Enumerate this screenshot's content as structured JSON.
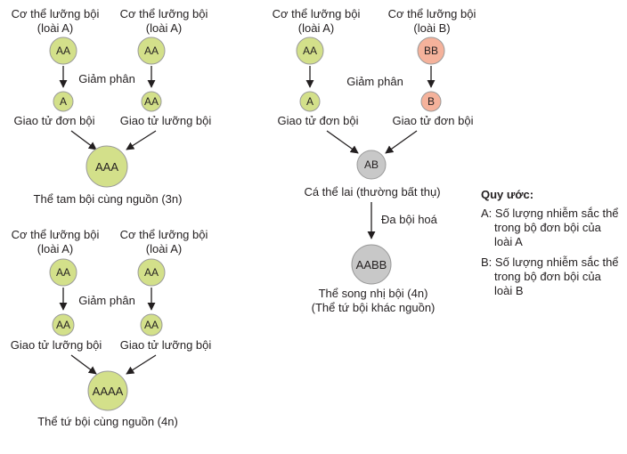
{
  "colors": {
    "species_a": "#d3e08a",
    "species_b": "#f5b29b",
    "hybrid": "#c8c8c8",
    "stroke": "#9a9a9a",
    "text": "#231f20"
  },
  "panel1": {
    "parent_left_line1": "Cơ thể lưỡng bội",
    "parent_left_line2": "(loài A)",
    "parent_right_line1": "Cơ thể lưỡng bội",
    "parent_right_line2": "(loài A)",
    "node_parent_left": "AA",
    "node_parent_right": "AA",
    "process": "Giảm phân",
    "node_gamete_left": "A",
    "node_gamete_right": "AA",
    "gamete_left_label": "Giao tử đơn bội",
    "gamete_right_label": "Giao tử lưỡng bội",
    "node_result": "AAA",
    "result_label": "Thể tam bội cùng nguồn (3n)"
  },
  "panel2": {
    "parent_left_line1": "Cơ thể lưỡng bội",
    "parent_left_line2": "(loài A)",
    "parent_right_line1": "Cơ thể lưỡng bội",
    "parent_right_line2": "(loài A)",
    "node_parent_left": "AA",
    "node_parent_right": "AA",
    "process": "Giảm phân",
    "node_gamete_left": "AA",
    "node_gamete_right": "AA",
    "gamete_left_label": "Giao tử lưỡng bội",
    "gamete_right_label": "Giao tử lưỡng bội",
    "node_result": "AAAA",
    "result_label": "Thể tứ bội cùng nguồn (4n)"
  },
  "panel3": {
    "parent_left_line1": "Cơ thể lưỡng bội",
    "parent_left_line2": "(loài A)",
    "parent_right_line1": "Cơ thể lưỡng bội",
    "parent_right_line2": "(loài B)",
    "node_parent_left": "AA",
    "node_parent_right": "BB",
    "process": "Giảm phân",
    "node_gamete_left": "A",
    "node_gamete_right": "B",
    "gamete_left_label": "Giao tử đơn bội",
    "gamete_right_label": "Giao tử đơn bội",
    "node_hybrid": "AB",
    "hybrid_label": "Cá thể lai (thường bất thụ)",
    "process2": "Đa bội hoá",
    "node_result": "AABB",
    "result_line1": "Thể song nhị bội (4n)",
    "result_line2": "(Thể tứ bội khác nguồn)"
  },
  "legend": {
    "title": "Quy ước:",
    "a_line1": "A: Số lượng nhiễm sắc thể",
    "a_line2": "trong bộ đơn bội của",
    "a_line3": "loài A",
    "b_line1": "B: Số lượng nhiễm sắc thể",
    "b_line2": "trong bộ đơn bội của",
    "b_line3": "loài B"
  }
}
